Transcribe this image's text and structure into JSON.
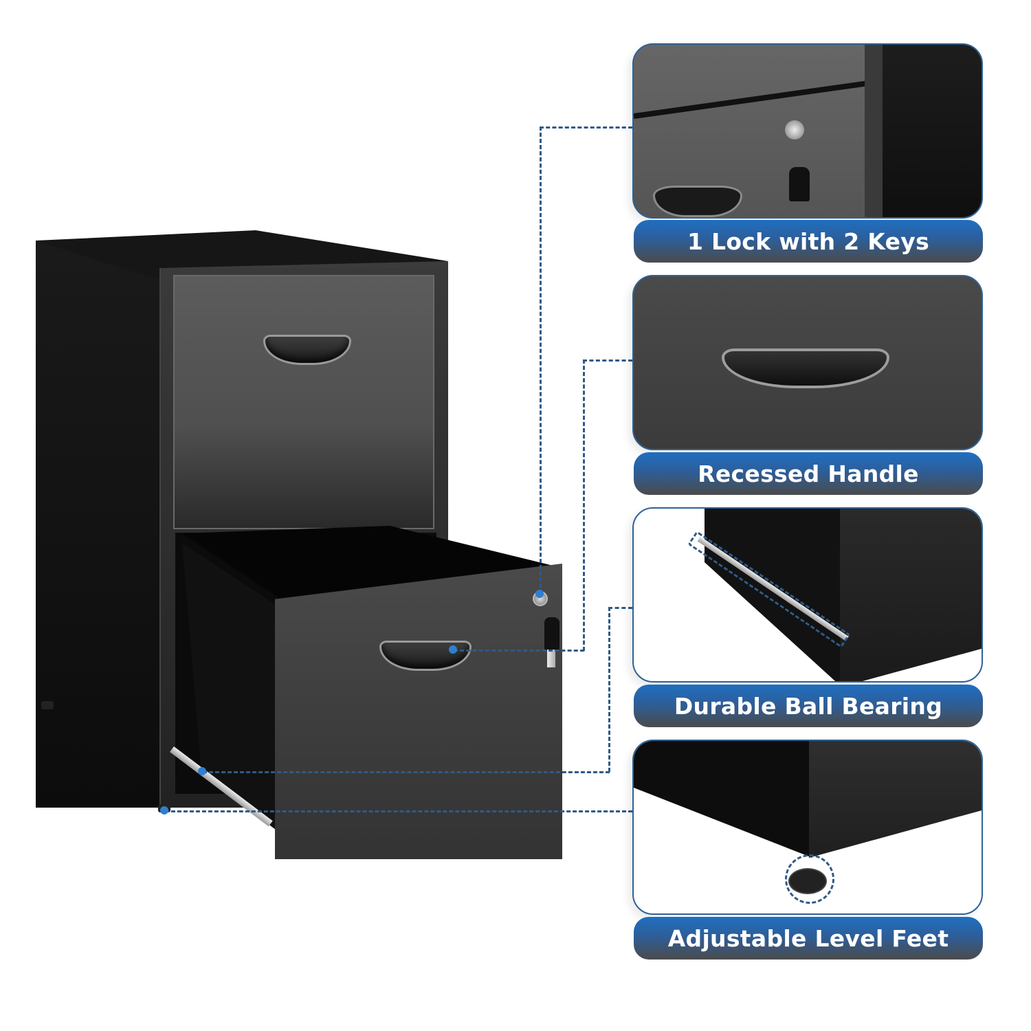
{
  "image": {
    "subject": "2-drawer black metal file cabinet",
    "background_color": "#ffffff"
  },
  "features": [
    {
      "label": "1 Lock with 2 Keys",
      "icon": "lock-key-icon"
    },
    {
      "label": "Recessed Handle",
      "icon": "handle-icon"
    },
    {
      "label": "Durable Ball Bearing",
      "icon": "ball-bearing-rail-icon"
    },
    {
      "label": "Adjustable Level Feet",
      "icon": "leveling-foot-icon"
    }
  ],
  "colors": {
    "label_gradient_top": "#1f6fc1",
    "label_gradient_bottom": "#4b4b4b",
    "label_text": "#ffffff",
    "callout_line": "#2f5a86",
    "callout_dot": "#2f7fd0",
    "cabinet": "#1a1a1a"
  }
}
